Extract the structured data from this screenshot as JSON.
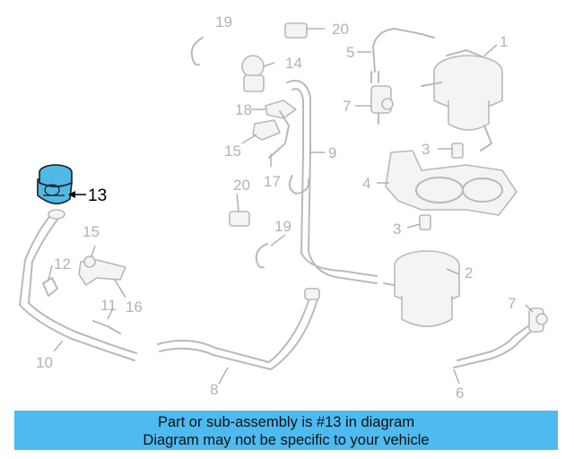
{
  "diagram": {
    "highlighted_part": "13",
    "callouts": [
      "1",
      "2",
      "3",
      "3",
      "4",
      "5",
      "6",
      "7",
      "7",
      "8",
      "9",
      "10",
      "11",
      "12",
      "13",
      "14",
      "15",
      "15",
      "16",
      "17",
      "18",
      "19",
      "19",
      "20",
      "20"
    ]
  },
  "banner": {
    "line1": "Part or sub-assembly is #13 in diagram",
    "line2": "Diagram may not be specific to your vehicle",
    "background": "#4dbaf0"
  },
  "colors": {
    "highlight_fill": "#4fb8e6",
    "part_outline": "#b9b9b9",
    "callout_text": "#b3b3b3"
  }
}
